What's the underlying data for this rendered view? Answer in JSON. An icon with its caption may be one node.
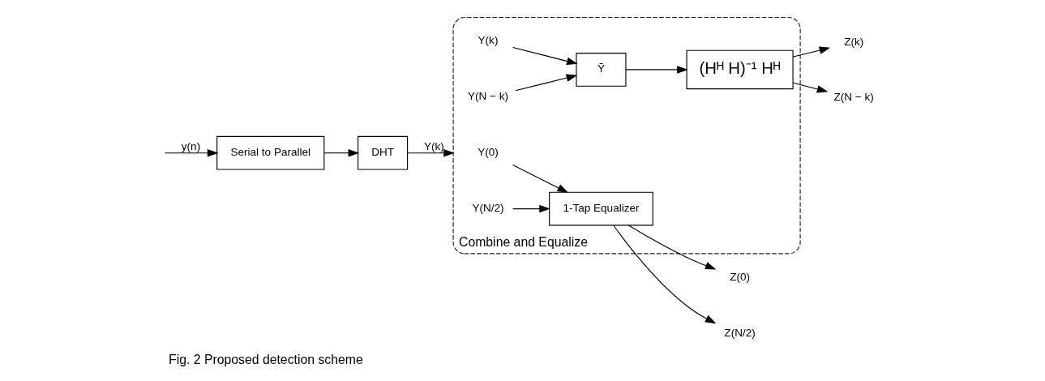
{
  "diagram": {
    "caption": "Fig. 2 Proposed detection scheme",
    "nodes": [
      {
        "text": [
          "Serial to Parallel"
        ]
      },
      {
        "text": [
          "DHT"
        ]
      },
      {
        "text": [
          "Combine and Equalize"
        ]
      },
      {
        "text": [
          "Y(0)"
        ],
        "in": 2
      },
      {
        "text": [
          "Y(N/2)"
        ],
        "in": 2
      },
      {
        "text": [
          "1-Tap Equalizer"
        ],
        "in": 2
      },
      {
        "text": [
          "Y(k)"
        ],
        "in": 2
      },
      {
        "text": [
          "Y(N − k)"
        ],
        "in": 2
      },
      {
        "text": [
          "Ỹ"
        ],
        "in": 2
      },
      {
        "text": [
          "(Hᴴ H)⁻¹ Hᴴ"
        ],
        "in": 2
      },
      {
        "text": [
          "Z(0)"
        ]
      },
      {
        "text": [
          "Z(N/2)"
        ]
      },
      {
        "text": [
          "Z(k)"
        ]
      },
      {
        "text": [
          "Z(N − k)"
        ]
      }
    ],
    "edges": [
      {
        "from": null,
        "to": 0,
        "arrow": "to",
        "label": "y(n)"
      },
      {
        "from": 0,
        "to": 1,
        "arrow": "to"
      },
      {
        "from": 1,
        "to": 2,
        "arrow": "to",
        "label": "Y(k)"
      },
      {
        "from": 3,
        "to": 5,
        "arrow": "to"
      },
      {
        "from": 4,
        "to": 5,
        "arrow": "to"
      },
      {
        "from": 5,
        "to": 10,
        "arrow": "to"
      },
      {
        "from": 5,
        "to": 11,
        "arrow": "to"
      },
      {
        "from": 6,
        "to": 8,
        "arrow": "to"
      },
      {
        "from": 7,
        "to": 8,
        "arrow": "to"
      },
      {
        "from": 8,
        "to": 9,
        "arrow": "to"
      },
      {
        "from": 9,
        "to": 12,
        "arrow": "to"
      },
      {
        "from": 9,
        "to": 13,
        "arrow": "to"
      }
    ]
  }
}
